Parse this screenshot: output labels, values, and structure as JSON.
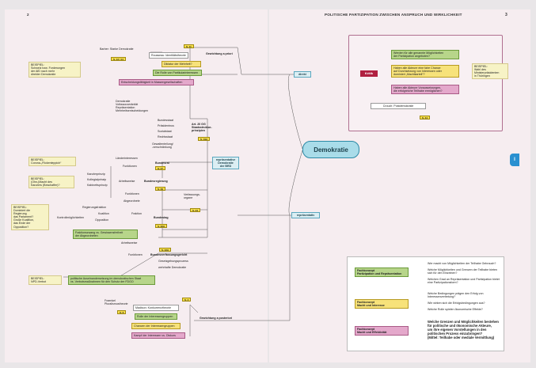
{
  "header": {
    "page_left": "2",
    "title": "POLITISCHE PARTIZIPATION ZWISCHEN ANSPRUCH UND WIRKLICHKEIT",
    "page_right": "3"
  },
  "center": "Demokratie",
  "direct": {
    "label": "direkt",
    "gewicht": "Gewichtung a priori",
    "barber": "Barber: Starke Demokratie",
    "boxes": [
      "Rousseau: Identitätstheorie",
      "Diktatur der Mehrheit?",
      "Die Rolle von Partikularinteressen",
      "Entscheidungsfähigkeit in Massengesellschaften"
    ],
    "tags": [
      "S. 11",
      "S. 13 / 14"
    ],
    "beispiel": "BEISPIEL:\nSchweiz bzw. Forderungen\nder AfD nach mehr\ndirekter Demokratie"
  },
  "repr": {
    "label": "repräsentativ",
    "node": "repräsentative\nDemokratie\nder BRD",
    "gewicht": "Gewichtung a posteriori",
    "principles": "Demokratie\nVolkssouveränität\nRepräsentation\nMehrheitsentscheidungen",
    "art": "Art. 20 GG\nStaatsstruktur-\nprinzipien",
    "staat": [
      "Bundesstaat",
      "Präsidentnus",
      "Sozialstaat",
      "Rechtsstaat",
      "Gewaltenteilung/\n-verschränkung"
    ],
    "organe_label": "Verfassungs-\norgane",
    "bundesrat": {
      "label": "Bundesrat",
      "items": [
        "Länderinteressen",
        "Funktionen"
      ]
    },
    "bundesregierung": {
      "label": "Bundesregierung",
      "items": [
        "Kanzlerprinzip",
        "Kollegialprinzip",
        "Kabinettsprinzip"
      ],
      "arbeit": "Arbeitsweise"
    },
    "bundestag": {
      "label": "Bundestag",
      "items": [
        "Funktionen",
        "Abgeordnete",
        "Regierungsfraktion",
        "Koalition",
        "Opposition",
        "Arbeitsweise"
      ],
      "fraktion": "Fraktion",
      "kontroll": "Kontrollmöglichkeiten",
      "box": "Fraktionszwang vs. Gewissensfreiheit\nder Abgeordneten"
    },
    "bverfg": {
      "items": [
        "Funktionen",
        "Gesetzgebungsprozess",
        "wehrhafte Demokratie"
      ],
      "label": "Bundesverfassungsgericht"
    },
    "npd_box": "politische Auseinandersetzung im demokratischen Staat\nvs. Verbotsmaßnahmen für den Schutz der FDGO",
    "beispiele": [
      "BEISPIEL:\nCorona-„Flickenteppich“",
      "BEISPIEL:\n(Ohn-)Macht des\nKanzlers (Beschaffer)?",
      "BEISPIEL:\nDominiert die\nRegierung\ndas Parlament?\nGroße Koalition,\ndas Ende der\nOpposition?",
      "BEISPIEL:\nNPD-Verbot"
    ],
    "tags": [
      "S. 19A",
      "S. 27",
      "S. 29",
      "S. 24",
      "S. 32A",
      "S. 42A"
    ],
    "bottom": {
      "small": "Fraenkel\nPluralismustheorie",
      "boxes": [
        "Madison: Konkurrenztheorie",
        "Rolle der Interessengruppen",
        "Chancen der Interessengruppen",
        "Kampf der Interessen vs. Diskurs"
      ],
      "tags": [
        "S. 4",
        "S. 6"
      ]
    }
  },
  "right": {
    "boxes": [
      "Werden für alle genannte Möglichkeiten\nder Partizipation angeboten?",
      "Haben alle Akteure eine faire Chance\nauf Durchsetzung von Interessen oder\ndominiert „Machtkartell“?",
      "Haben alle Akteure Voraussetzungen,\ndie erfolgreiche Teilhabe ermöglichen?"
    ],
    "kritik": "Kritik",
    "crouch": "Crouch: Postdemokratie",
    "tag": "S. 44",
    "beispiel": "BEISPIEL:\nWahl des\nMinisterpräsidenten\nin Thüringen"
  },
  "legend": [
    {
      "label": "Fachkonzept\nPartizipation und Repräsentation",
      "qs": [
        "Wer macht von Möglichkeiten der Teilhabe Gebrauch?",
        "Welche Möglichkeiten und Grenzen der Teilhabe bieten\nsich für den Einzelnen?",
        "Welchen Grad an Repräsentation und Partizipation bietet\neine Partizipationsform?"
      ]
    },
    {
      "label": "Fachkonzept\nMacht und Interesse",
      "qs": [
        "Welche Bedingungen prägen den Erfolg von\nInteressenvertretung?",
        "Wie wirken sich die Erfolgsbedingungen aus?",
        "Welche Rolle spielen ökonomische Effekte?"
      ]
    },
    {
      "label": "Fachkonzept\nMacht und Effektivität",
      "qs": [
        "Welche Grenzen und Möglichkeiten bestehen\nfür politische und ökonomische Akteure,\num ihre eigenen Vorstellungen in den\npolitischen Prozess einzubringen?\n(Mittel: Teilhabe oder mediale Vermittlung)"
      ]
    }
  ],
  "tab": "I"
}
